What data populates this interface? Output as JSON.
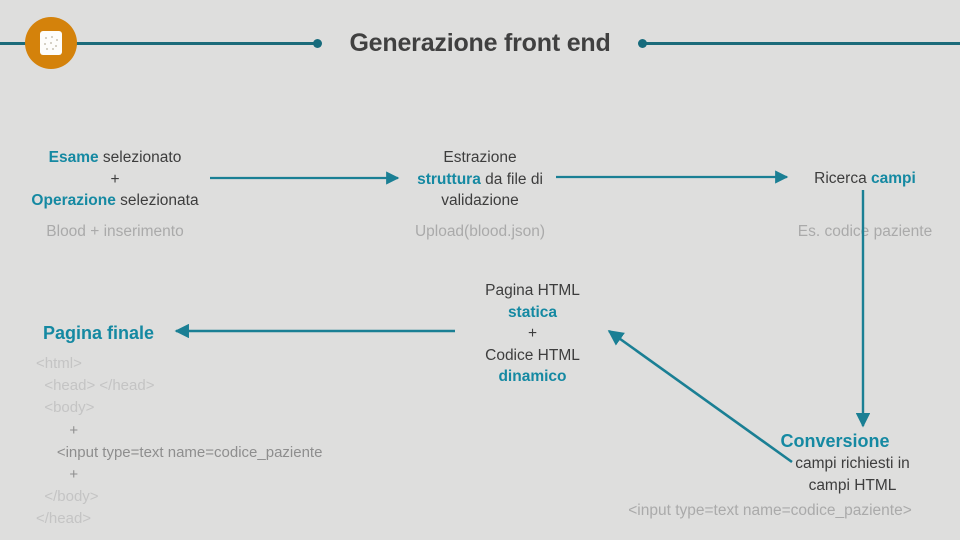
{
  "slide": {
    "background_color": "#dededd",
    "accent_teal": "#1589a2",
    "accent_orange": "#d4820b",
    "title_color": "#404040",
    "muted_color": "#aaaaaa"
  },
  "header": {
    "title": "Generazione front end",
    "badge_icon": "document-grid-icon"
  },
  "nodes": {
    "esame": {
      "line1_bold": "Esame",
      "line1_rest": " selezionato",
      "line2": "+",
      "line3_bold": "Operazione",
      "line3_rest": " selezionata",
      "caption": "Blood + inserimento"
    },
    "estrazione": {
      "line1": "Estrazione",
      "line2_bold": "struttura",
      "line2_rest": " da file di",
      "line3": "validazione",
      "caption": "Upload(blood.json)"
    },
    "ricerca": {
      "text_plain": "Ricerca ",
      "text_bold": "campi",
      "caption": "Es. codice paziente"
    },
    "pagina_html": {
      "line1": "Pagina HTML",
      "line2_bold": "statica",
      "line3": "+",
      "line4": "Codice HTML",
      "line5_bold": "dinamico"
    },
    "conversione": {
      "heading": "Conversione",
      "line2": "campi richiesti in",
      "line3": "campi HTML",
      "caption": "<input type=text name=codice_paziente>"
    },
    "pagina_finale": {
      "heading": "Pagina finale",
      "code_lines": [
        {
          "text": "<html>",
          "strong": false
        },
        {
          "text": "  <head> </head>",
          "strong": false
        },
        {
          "text": "  <body>",
          "strong": false
        },
        {
          "text": "        +",
          "strong": true
        },
        {
          "text": "     <input type=text name=codice_paziente",
          "strong": true
        },
        {
          "text": "        +",
          "strong": true
        },
        {
          "text": "  </body>",
          "strong": false
        },
        {
          "text": "</head>",
          "strong": false
        }
      ]
    }
  },
  "connectors": [
    {
      "name": "esame-to-estrazione",
      "direction": "right"
    },
    {
      "name": "estrazione-to-ricerca",
      "direction": "right"
    },
    {
      "name": "ricerca-to-conversione",
      "direction": "down"
    },
    {
      "name": "conversione-to-pagina-html",
      "direction": "up-left"
    },
    {
      "name": "pagina-html-to-pagina-finale",
      "direction": "left"
    }
  ]
}
